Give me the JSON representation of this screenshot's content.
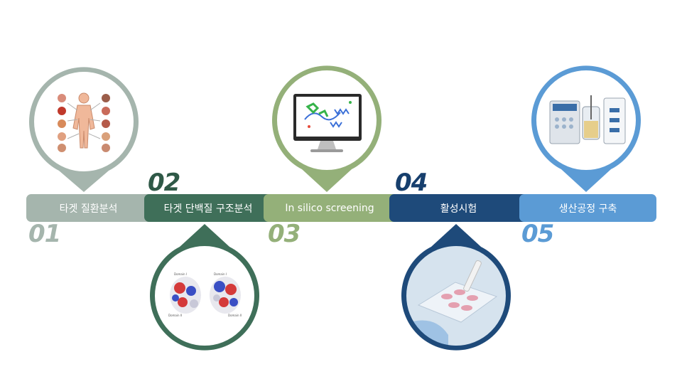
{
  "steps": [
    {
      "number": "01",
      "label": "타겟 질환분석",
      "color": "#a5b5ad",
      "number_color": "#a5b5ad",
      "image": "human-anatomy-organs-icon"
    },
    {
      "number": "02",
      "label": "타겟 단백질 구조분석",
      "color": "#3f6f59",
      "number_color": "#2f5947",
      "image": "protein-electrostatic-surface-icon"
    },
    {
      "number": "03",
      "label": "In silico screening",
      "color": "#94b079",
      "number_color": "#94b079",
      "image": "molecular-docking-monitor-icon"
    },
    {
      "number": "04",
      "label": "활성시험",
      "color": "#1e4a7a",
      "number_color": "#173f6d",
      "image": "cell-culture-plate-icon"
    },
    {
      "number": "05",
      "label": "생산공정 구축",
      "color": "#5b9bd5",
      "number_color": "#5b9bd5",
      "image": "bioreactor-equipment-icon"
    }
  ]
}
